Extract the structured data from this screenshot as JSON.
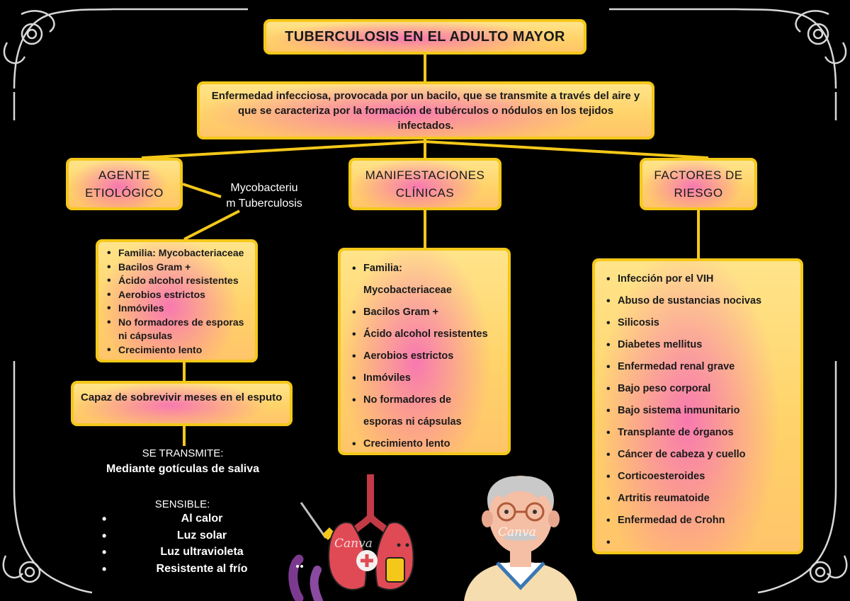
{
  "title": "TUBERCULOSIS EN EL ADULTO MAYOR",
  "definition": "Enfermedad infecciosa, provocada por un bacilo, que se transmite a través del aire y que se caracteriza por la formación de tubérculos o nódulos en los tejidos infectados.",
  "agente": {
    "heading_line1": "AGENTE",
    "heading_line2": "ETIOLÓGICO",
    "organism_line1": "Mycobacteriu",
    "organism_line2": "m Tuberculosis",
    "items": [
      "Familia: Mycobacteriaceae",
      "Bacilos Gram +",
      "Ácido alcohol resistentes",
      "Aerobios estrictos",
      "Inmóviles",
      "No formadores de esporas ni cápsulas",
      "Crecimiento lento"
    ],
    "survival": "Capaz de sobrevivir meses en el esputo",
    "transmission_label": "SE TRANSMITE:",
    "transmission_text": "Mediante gotículas de saliva",
    "sensible_label": "SENSIBLE:",
    "sensible_items": [
      "Al calor",
      "Luz solar",
      "Luz ultravioleta",
      "Resistente al frío"
    ]
  },
  "manifestaciones": {
    "heading_line1": "MANIFESTACIONES",
    "heading_line2": "CLÍNICAS",
    "items": [
      "Familia: Mycobacteriaceae",
      "Bacilos Gram +",
      "Ácido alcohol resistentes",
      "Aerobios estrictos",
      "Inmóviles",
      "No formadores de esporas ni cápsulas",
      "Crecimiento lento"
    ]
  },
  "factores": {
    "heading_line1": "FACTORES DE",
    "heading_line2": "RIESGO",
    "items": [
      "Infección por el VIH",
      "Abuso de sustancias nocivas",
      "Silicosis",
      "Diabetes mellitus",
      "Enfermedad renal grave",
      "Bajo peso corporal",
      "Bajo sistema inmunitario",
      "Transplante de órganos",
      "Cáncer de cabeza y cuello",
      "Corticoesteroides",
      "Artritis reumatoide",
      "Enfermedad de Crohn",
      ""
    ]
  },
  "watermarks": [
    "Canva",
    "Canva"
  ],
  "colors": {
    "background": "#000000",
    "box_border": "#f4c81a",
    "box_fill": "#ffd36a",
    "box_glow": "#f55ac8",
    "connector": "#f4c81a",
    "ornament": "#d9d9d9"
  },
  "icons": [
    "lungs-illustration",
    "elderly-man-illustration",
    "bacteria-illustration",
    "corner-ornament-icon"
  ]
}
